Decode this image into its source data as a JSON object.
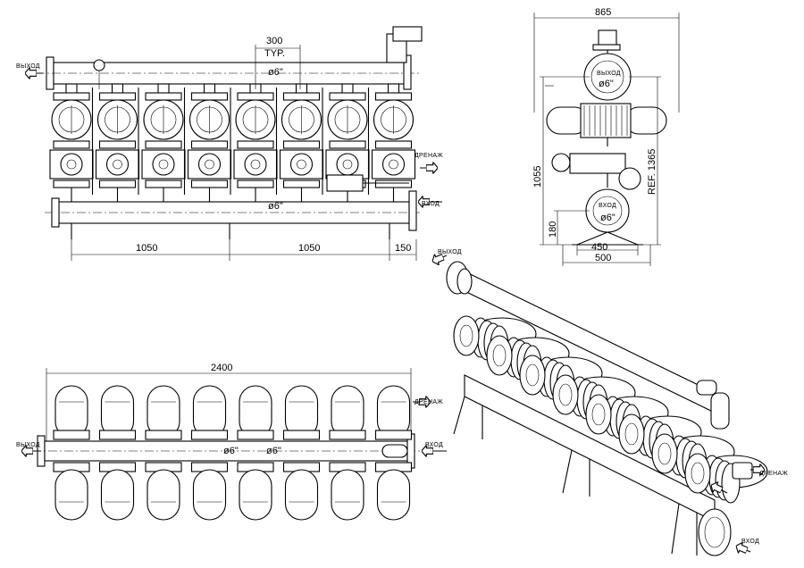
{
  "labels": {
    "outlet": "ВЫХОД",
    "inlet": "ВХОД",
    "drain": "ДРЕНАЖ"
  },
  "front": {
    "dim_spacing": "300",
    "dim_typ": "TYP.",
    "top_pipe_dia": "ø6\"",
    "bottom_pipe_dia": "ø6\"",
    "dim_a": "1050",
    "dim_b": "1050",
    "dim_c": "150"
  },
  "side": {
    "width": "865",
    "top_dia": "ø6\"",
    "bottom_dia": "ø6\"",
    "dim_base_inner": "450",
    "dim_base_outer": "500",
    "height_inlet_outlet": "1055",
    "height_inlet": "180",
    "ref_height": "REF. 1365"
  },
  "plan": {
    "length": "2400",
    "dia_a": "ø6\"",
    "dia_b": "ø6\""
  },
  "filter_count": 8
}
